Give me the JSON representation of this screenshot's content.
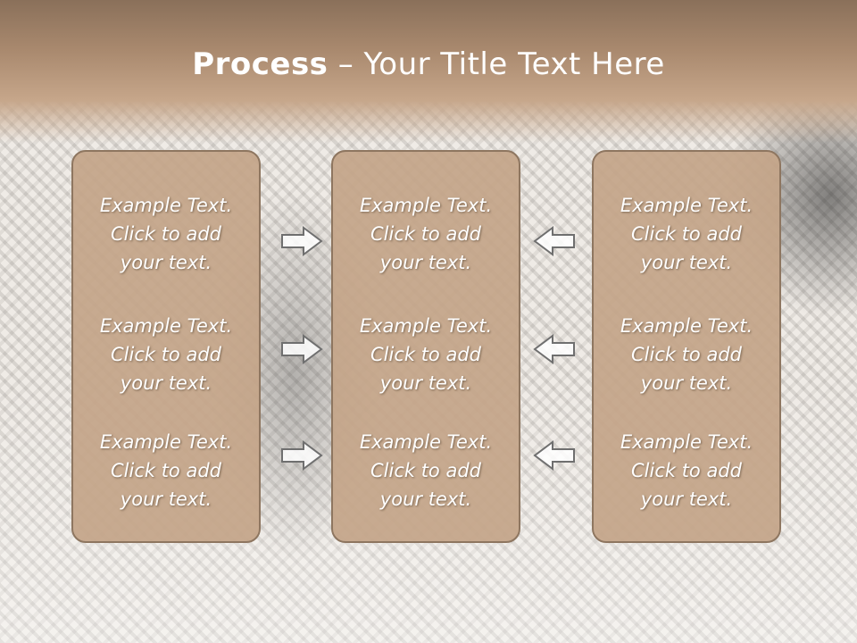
{
  "slide": {
    "title_bold": "Process",
    "title_rest": " – Your Title Text Here"
  },
  "columns": [
    {
      "items": [
        {
          "line1": "Example Text.",
          "line2": "Click  to add",
          "line3": "your text."
        },
        {
          "line1": "Example Text.",
          "line2": "Click  to add",
          "line3": "your text."
        },
        {
          "line1": "Example Text.",
          "line2": "Click  to add",
          "line3": "your text."
        }
      ]
    },
    {
      "items": [
        {
          "line1": "Example Text.",
          "line2": "Click  to add",
          "line3": "your text."
        },
        {
          "line1": "Example Text.",
          "line2": "Click  to add",
          "line3": "your text."
        },
        {
          "line1": "Example Text.",
          "line2": "Click  to add",
          "line3": "your text."
        }
      ]
    },
    {
      "items": [
        {
          "line1": "Example Text.",
          "line2": "Click  to add",
          "line3": "your text."
        },
        {
          "line1": "Example Text.",
          "line2": "Click  to add",
          "line3": "your text."
        },
        {
          "line1": "Example Text.",
          "line2": "Click  to add",
          "line3": "your text."
        }
      ]
    }
  ],
  "arrows": {
    "left_group": [
      "arrow-right-icon",
      "arrow-right-icon",
      "arrow-right-icon"
    ],
    "right_group": [
      "arrow-left-icon",
      "arrow-left-icon",
      "arrow-left-icon"
    ]
  },
  "colors": {
    "title_bar": "#a9896e",
    "panel_fill": "#c4a589",
    "panel_border": "#8e7660",
    "text": "#ffffff",
    "arrow_outline": "#6f6f6f"
  }
}
